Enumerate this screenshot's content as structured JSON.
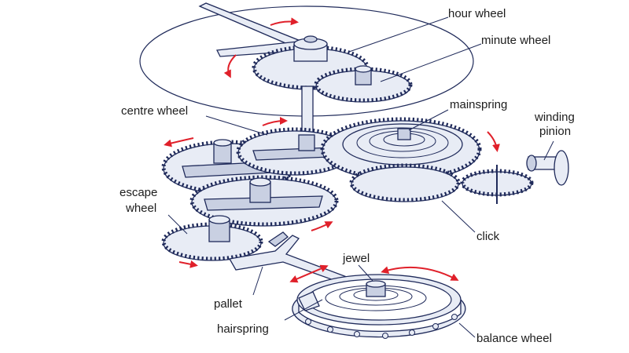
{
  "labels": {
    "hour_wheel": "hour wheel",
    "minute_wheel": "minute wheel",
    "centre_wheel": "centre wheel",
    "mainspring": "mainspring",
    "winding_pinion_line1": "winding",
    "winding_pinion_line2": "pinion",
    "escape_wheel_line1": "escape",
    "escape_wheel_line2": "wheel",
    "click": "click",
    "jewel": "jewel",
    "pallet": "pallet",
    "hairspring": "hairspring",
    "balance_wheel": "balance wheel"
  },
  "colors": {
    "line": "#1f2a5a",
    "part_fill": "#e8ecf5",
    "part_shade": "#c9d0e2",
    "motion_arrow": "#e0202a"
  }
}
